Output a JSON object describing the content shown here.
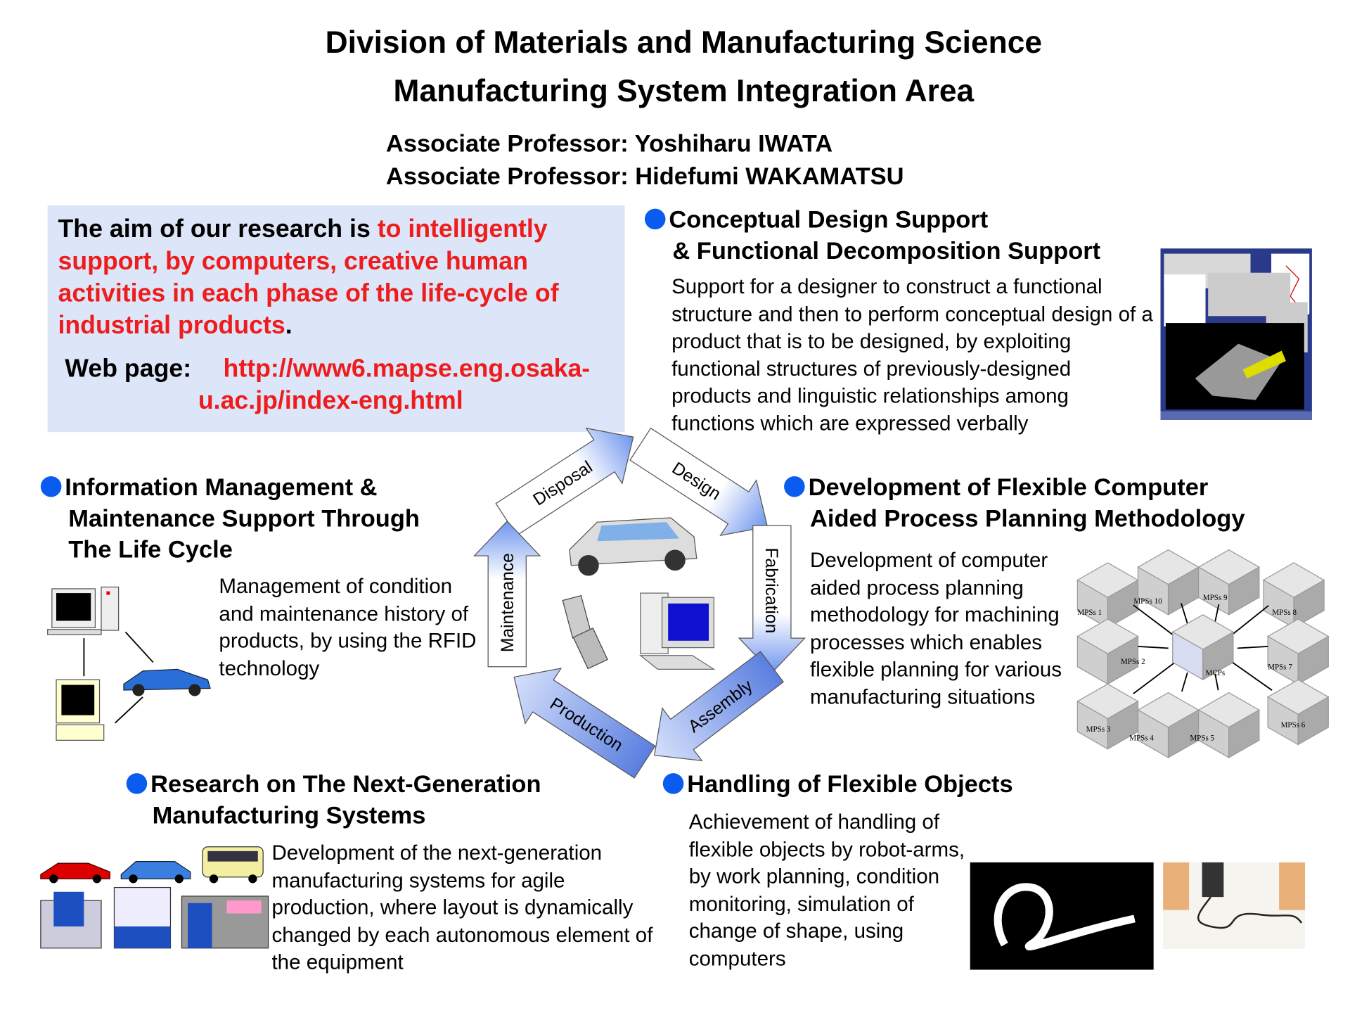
{
  "header": {
    "title_line1": "Division of Materials and Manufacturing Science",
    "title_line2": "Manufacturing System Integration Area",
    "professor1": "Associate Professor: Yoshiharu IWATA",
    "professor2": "Associate Professor: Hidefumi WAKAMATSU"
  },
  "aim": {
    "intro": "The aim of our research is ",
    "highlight": "to intelligently support, by computers, creative human activities in each phase of the life-cycle of industrial products",
    "end": ".",
    "web_label": "Web page:",
    "web_url_line1": "http://www6.mapse.eng.osaka-",
    "web_url_line2": "u.ac.jp/index-eng.html"
  },
  "sections": {
    "conceptual": {
      "title1": "Conceptual Design Support",
      "title2": "& Functional Decomposition Support",
      "body": "Support for a designer to construct a functional structure and then to perform conceptual design of a product that is to be designed, by exploiting functional structures of previously-designed products and linguistic relationships among functions which are expressed verbally"
    },
    "info": {
      "title1": "Information Management &",
      "title2": "Maintenance Support Through",
      "title3": "The Life Cycle",
      "body": "Management of condition and maintenance history of products, by using the RFID technology"
    },
    "capp": {
      "title1": "Development of Flexible Computer",
      "title2": "Aided Process Planning Methodology",
      "body": "Development of computer aided process planning methodology for machining processes which enables flexible planning for various manufacturing situations",
      "labels": [
        "MPSs 1",
        "MPSs 10",
        "MPSs 9",
        "MPSs 8",
        "MPSs 2",
        "MCPs",
        "MPSs 7",
        "MPSs 3",
        "MPSs 4",
        "MPSs 5",
        "MPSs 6"
      ]
    },
    "nextgen": {
      "title1": "Research on The Next-Generation",
      "title2": "Manufacturing Systems",
      "body": "Development of the next-generation manufacturing systems for agile production, where layout is dynamically changed by each autonomous element of the equipment"
    },
    "flexible": {
      "title1": "Handling of Flexible Objects",
      "body": "Achievement of handling of flexible objects by robot-arms, by work planning, condition monitoring, simulation of change of shape, using computers"
    }
  },
  "cycle": {
    "stages": [
      "Disposal",
      "Design",
      "Fabrication",
      "Assembly",
      "Production",
      "Maintenance"
    ]
  },
  "colors": {
    "accent_red": "#ee1c1c",
    "bullet_blue": "#0a5cf0",
    "aim_bg": "#dde6f8"
  }
}
